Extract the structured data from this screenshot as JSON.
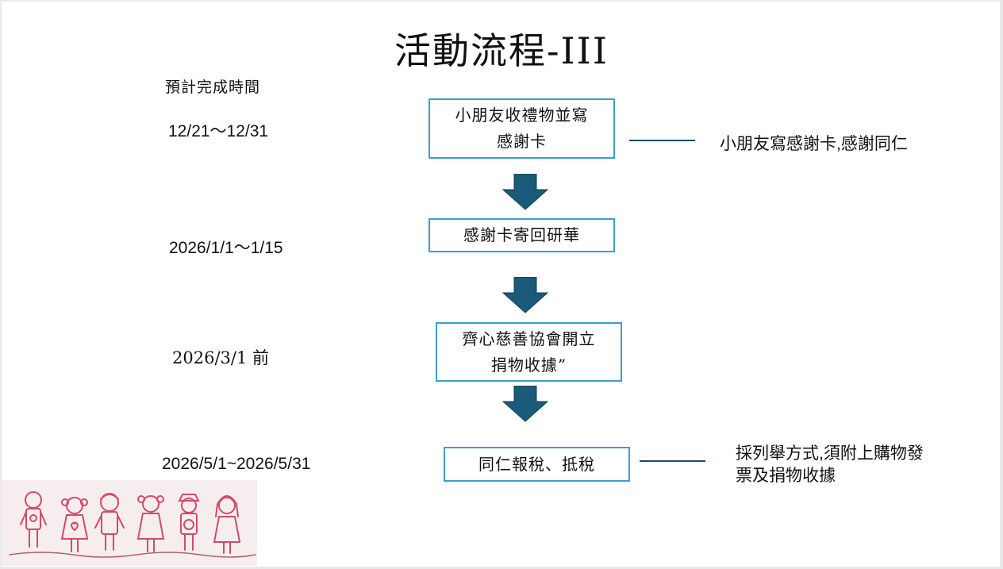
{
  "title": "活動流程-III",
  "timeline": {
    "header": "預計完成時間",
    "dates": [
      "12/21～12/31",
      "2026/1/1～1/15",
      "2026/3/1 前",
      "2026/5/1~2026/5/31"
    ]
  },
  "steps": [
    {
      "line1": "小朋友收禮物並寫",
      "line2": "感謝卡"
    },
    {
      "line1": "感謝卡寄回研華",
      "line2": ""
    },
    {
      "line1": "齊心慈善協會開立",
      "line2": "捐物收據”"
    },
    {
      "line1": "同仁報稅、抵稅",
      "line2": ""
    }
  ],
  "notes": [
    {
      "line1": "小朋友寫感謝卡,感謝同仁",
      "line2": ""
    },
    {
      "line1": "採列舉方式,須附上購物發",
      "line2": "票及捐物收據"
    }
  ],
  "colors": {
    "box_border": "#3aa0c8",
    "arrow": "#1a5a7a",
    "connector": "#1b4b66"
  },
  "illustration": {
    "icon": "children-drawing-icon"
  }
}
